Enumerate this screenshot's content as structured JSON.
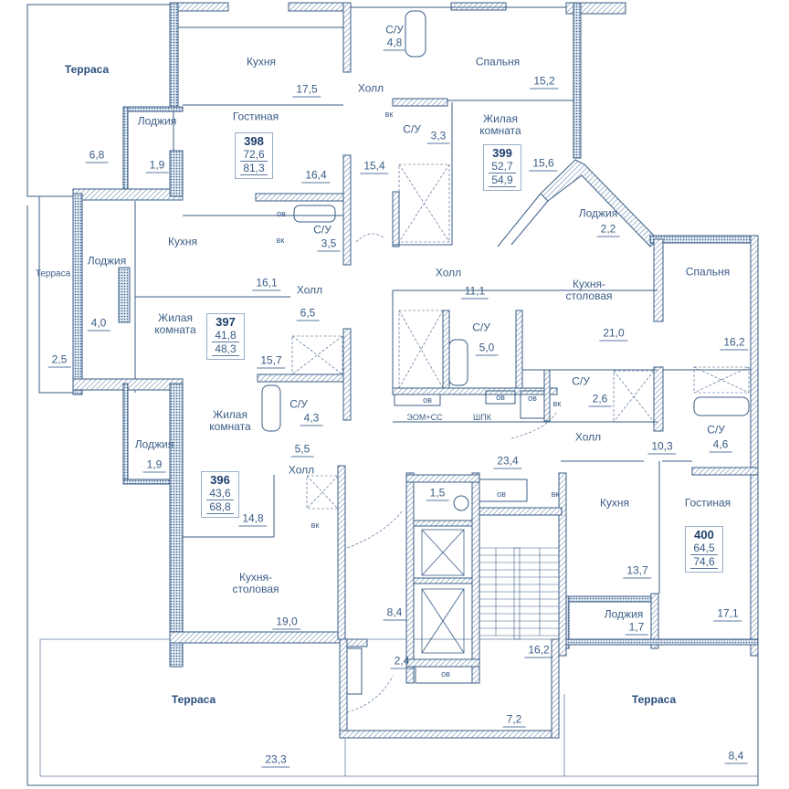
{
  "colors": {
    "wall_line": "#3a5d86",
    "text": "#3a5d86",
    "unit_number": "#1e3f6e",
    "hatch": "#6f8bb0",
    "background": "#ffffff"
  },
  "apartments": [
    {
      "number": "398",
      "living_area": "72,6",
      "total_area": "81,3"
    },
    {
      "number": "399",
      "living_area": "52,7",
      "total_area": "54,9"
    },
    {
      "number": "397",
      "living_area": "41,8",
      "total_area": "48,3"
    },
    {
      "number": "396",
      "living_area": "43,6",
      "total_area": "68,8"
    },
    {
      "number": "400",
      "living_area": "64,5",
      "total_area": "74,6"
    }
  ],
  "rooms": {
    "a398": {
      "kitchen": {
        "name": "Кухня",
        "area": "17,5"
      },
      "living": {
        "name": "Гостиная",
        "area": "16,4"
      },
      "loggia": {
        "name": "Лоджия",
        "area": "1,9"
      },
      "bath": {
        "name": "С/У",
        "area": "4,8"
      },
      "hall": {
        "name": "Холл",
        "area": "15,4"
      },
      "bedroom": {
        "name": "Спальня",
        "area": "15,2"
      },
      "terrace": {
        "name": "Терраса",
        "area": "6,8"
      }
    },
    "a399": {
      "bath1": {
        "name": "С/У",
        "area": "3,3"
      },
      "living": {
        "name": "Жилая комната",
        "area": "15,6"
      },
      "loggia": {
        "name": "Лоджия",
        "area": "2,2"
      },
      "hall": {
        "name": "Холл",
        "area": "11,1"
      },
      "kitchen": {
        "name": "Кухня-столовая",
        "area": "21,0"
      },
      "bath2": {
        "name": "С/У",
        "area": "5,0"
      }
    },
    "a397": {
      "kitchen": {
        "name": "Кухня",
        "area": "16,1"
      },
      "bath": {
        "name": "С/У",
        "area": "3,5"
      },
      "hall": {
        "name": "Холл",
        "area": "6,5"
      },
      "living": {
        "name": "Жилая комната",
        "area": "15,7"
      },
      "loggia": {
        "name": "Лоджия",
        "area": "4,0"
      },
      "terrace": {
        "name": "Терраса",
        "area": "2,5"
      }
    },
    "a396": {
      "living": {
        "name": "Жилая комната",
        "area": "14,8"
      },
      "bath": {
        "name": "С/У",
        "area": "4,3"
      },
      "hall": {
        "name": "Холл",
        "area": "5,5"
      },
      "loggia": {
        "name": "Лоджия",
        "area": "1,9"
      },
      "kitchen": {
        "name": "Кухня-столовая",
        "area": "19,0"
      },
      "terrace": {
        "name": "Терраса",
        "area": "23,3"
      }
    },
    "a400": {
      "bedroom": {
        "name": "Спальня",
        "area": "16,2"
      },
      "bath1": {
        "name": "С/У",
        "area": "2,6"
      },
      "bath2": {
        "name": "С/У",
        "area": "4,6"
      },
      "hall": {
        "name": "Холл",
        "area": "10,3"
      },
      "kitchen": {
        "name": "Кухня",
        "area": "13,7"
      },
      "living": {
        "name": "Гостиная",
        "area": "17,1"
      },
      "loggia": {
        "name": "Лоджия",
        "area": "1,7"
      },
      "terrace": {
        "name": "Терраса",
        "area": "8,4"
      }
    },
    "common": {
      "hall": {
        "name": "Холл",
        "area": "23,4"
      },
      "storage": {
        "area": "1,5"
      },
      "lift_hall": {
        "area": "8,4"
      },
      "vestibule": {
        "area": "2,4"
      },
      "stair": {
        "area": "16,2"
      },
      "entry": {
        "area": "7,2"
      },
      "eom": "ЭОМ+СС",
      "shpk": "ШПК"
    }
  },
  "fixtures": {
    "ov": "ов",
    "vk": "вк"
  }
}
